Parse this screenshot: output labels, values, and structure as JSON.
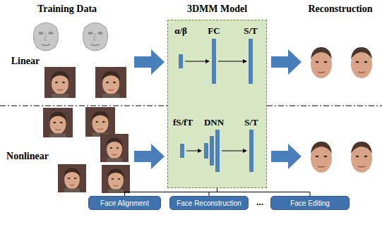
{
  "diagram": {
    "nodes": [
      {
        "text": [
          "3DMM Model"
        ]
      },
      {
        "text": [
          "Face Alignment"
        ]
      },
      {
        "text": [
          "Face Reconstruction"
        ]
      },
      {
        "text": [
          "Face Editing"
        ]
      }
    ],
    "edges": [
      {
        "from": 0,
        "to": 1,
        "arrow": "none"
      },
      {
        "from": 0,
        "to": 2,
        "arrow": "none"
      },
      {
        "from": 0,
        "to": 3,
        "arrow": "none"
      }
    ],
    "labels": [
      "Training Data",
      "Reconstruction",
      "Linear",
      "Nonlinear",
      "α/β",
      "FC",
      "S/T",
      "fS/fT",
      "DNN",
      "S/T",
      "..."
    ]
  }
}
